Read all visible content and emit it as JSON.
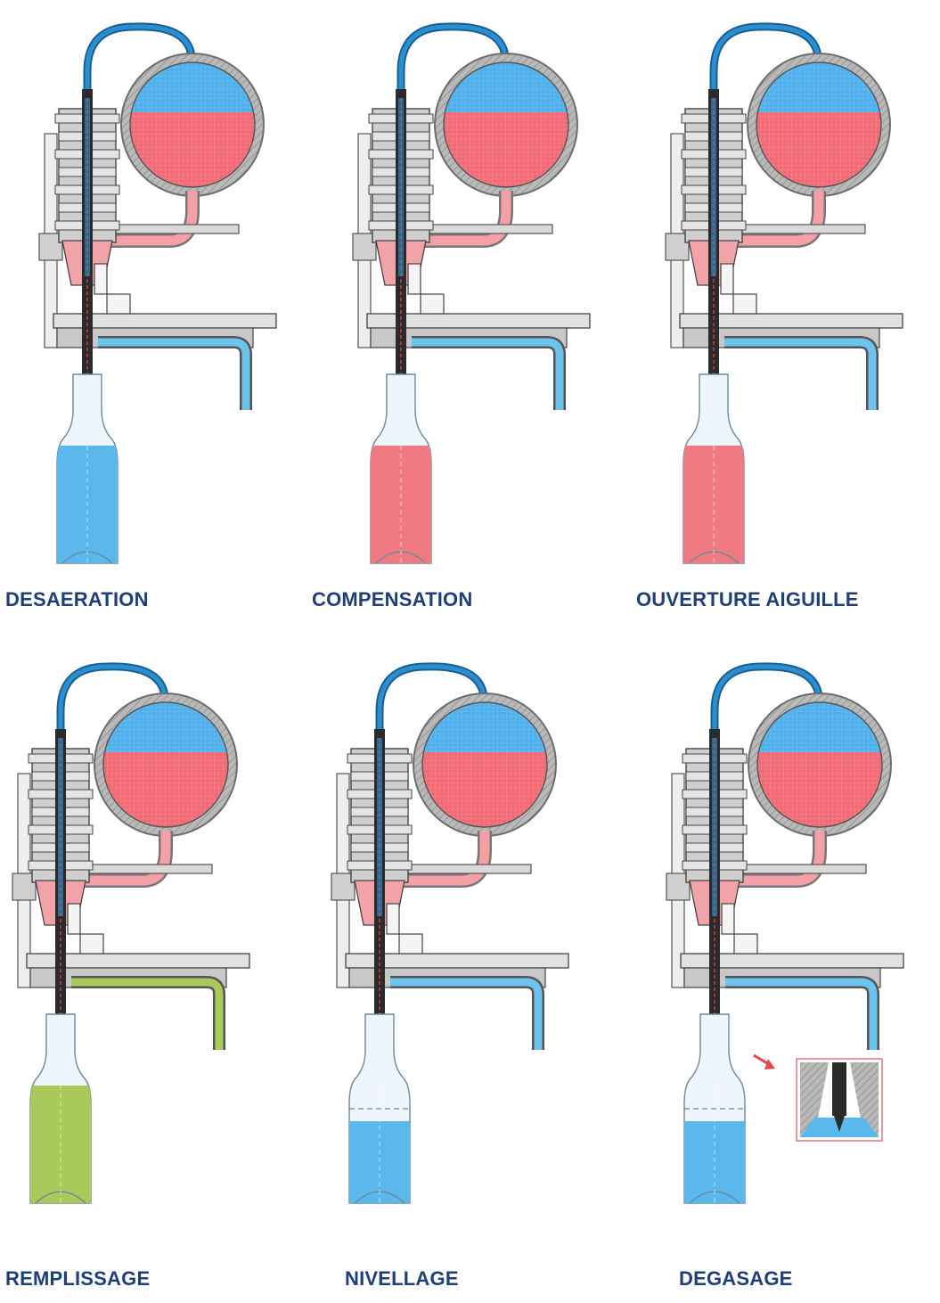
{
  "steps": [
    {
      "label": "DESAERATION",
      "bottle_fill": "full",
      "bottle_color": "#5bb8ec",
      "outlet_color": "#6cc4ee",
      "detail_view": false
    },
    {
      "label": "COMPENSATION",
      "bottle_fill": "full",
      "bottle_color": "#f07a82",
      "outlet_color": "#6cc4ee",
      "detail_view": false
    },
    {
      "label": "OUVERTURE AIGUILLE",
      "bottle_fill": "full",
      "bottle_color": "#f07a82",
      "outlet_color": "#6cc4ee",
      "detail_view": false
    },
    {
      "label": "REMPLISSAGE",
      "bottle_fill": "full",
      "bottle_color": "#a9c95a",
      "outlet_color": "#a9c95a",
      "detail_view": false
    },
    {
      "label": "NIVELLAGE",
      "bottle_fill": "level",
      "bottle_color": "#5bb8ec",
      "outlet_color": "#6cc4ee",
      "detail_view": false
    },
    {
      "label": "DEGASAGE",
      "bottle_fill": "level",
      "bottle_color": "#5bb8ec",
      "outlet_color": "#6cc4ee",
      "detail_view": true
    }
  ],
  "colors": {
    "tank_gas": "#4fb0ec",
    "tank_liquid": "#f26b74",
    "tube": "#2a8fd0",
    "steel": "#c9c9c9",
    "caption": "#1f3f7a",
    "arrow": "#e0464f"
  }
}
